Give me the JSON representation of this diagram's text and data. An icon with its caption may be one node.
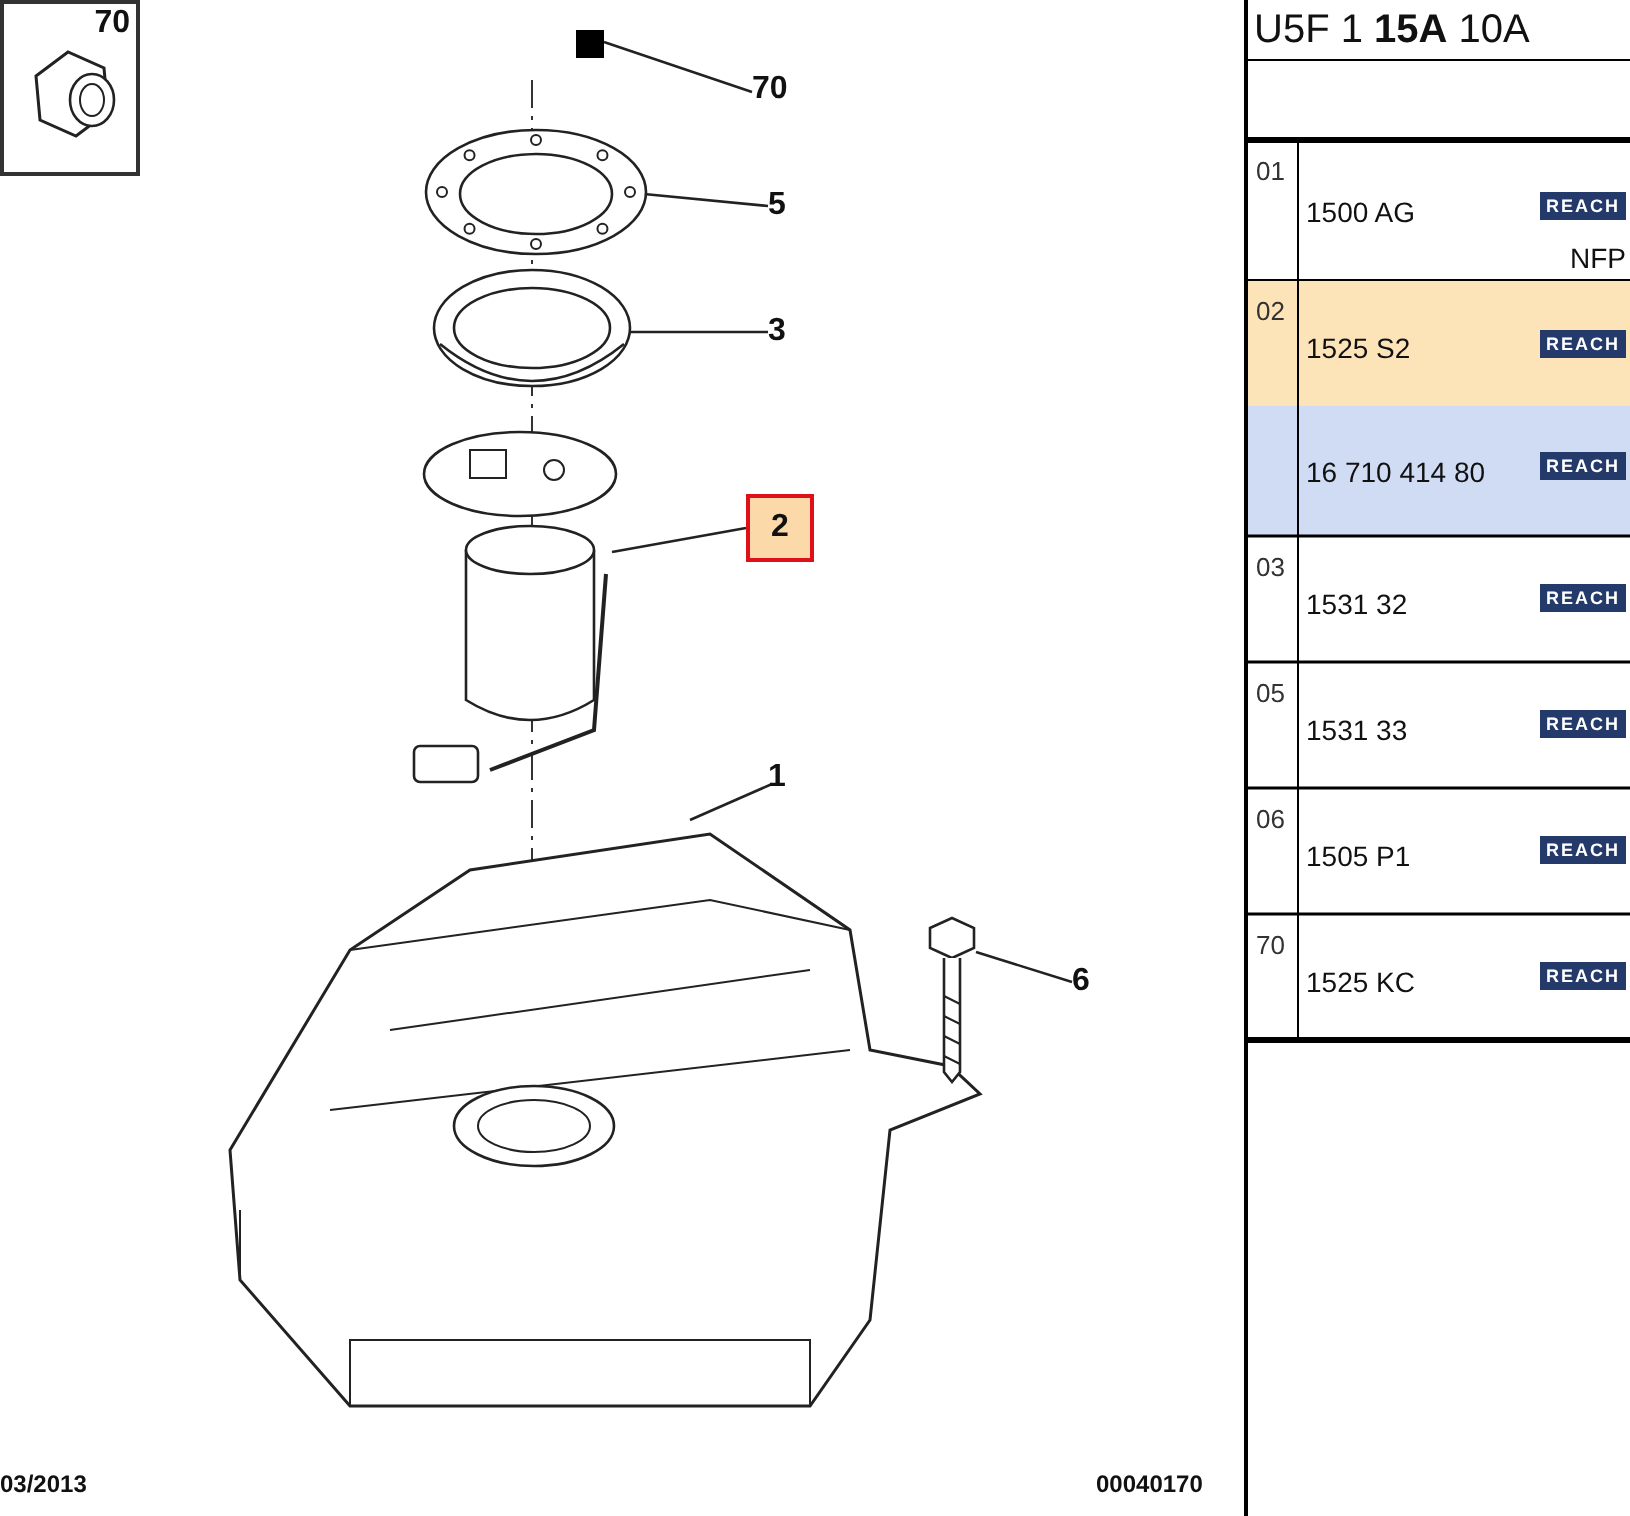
{
  "diagram": {
    "nodes": [
      {
        "text": [
          "70"
        ]
      },
      {
        "text": [],
        "shape": "box"
      },
      {
        "text": [
          "5"
        ]
      },
      {
        "text": [],
        "shape": "picture"
      },
      {
        "text": [
          "3"
        ]
      },
      {
        "text": [],
        "shape": "picture"
      },
      {
        "text": [
          "2"
        ]
      },
      {
        "text": [],
        "shape": "picture"
      },
      {
        "text": [
          "1"
        ]
      },
      {
        "text": [],
        "shape": "picture"
      },
      {
        "text": [
          "6"
        ]
      },
      {
        "text": [],
        "shape": "picture"
      },
      {
        "text": [
          "70"
        ]
      },
      {
        "text": [],
        "shape": "picture",
        "in": 12
      }
    ],
    "edges": [
      {
        "from": 0,
        "to": 1,
        "arrow": "none"
      },
      {
        "from": 2,
        "to": 3,
        "arrow": "none"
      },
      {
        "from": 4,
        "to": 5,
        "arrow": "none"
      },
      {
        "from": 6,
        "to": 7,
        "arrow": "none"
      },
      {
        "from": 8,
        "to": 9,
        "arrow": "none"
      },
      {
        "from": 10,
        "to": 11,
        "arrow": "none"
      }
    ],
    "labels": [
      "U5F 1 **15A** 10A",
      "01",
      "1500 AG",
      "REACH",
      "NFP",
      "02",
      "1525 S2",
      "REACH",
      "16 710 414 80",
      "REACH",
      "03",
      "1531 32",
      "REACH",
      "05",
      "1531 33",
      "REACH",
      "06",
      "1505 P1",
      "REACH",
      "70",
      "1525 KC",
      "REACH",
      "03/2013",
      "00040170"
    ]
  }
}
